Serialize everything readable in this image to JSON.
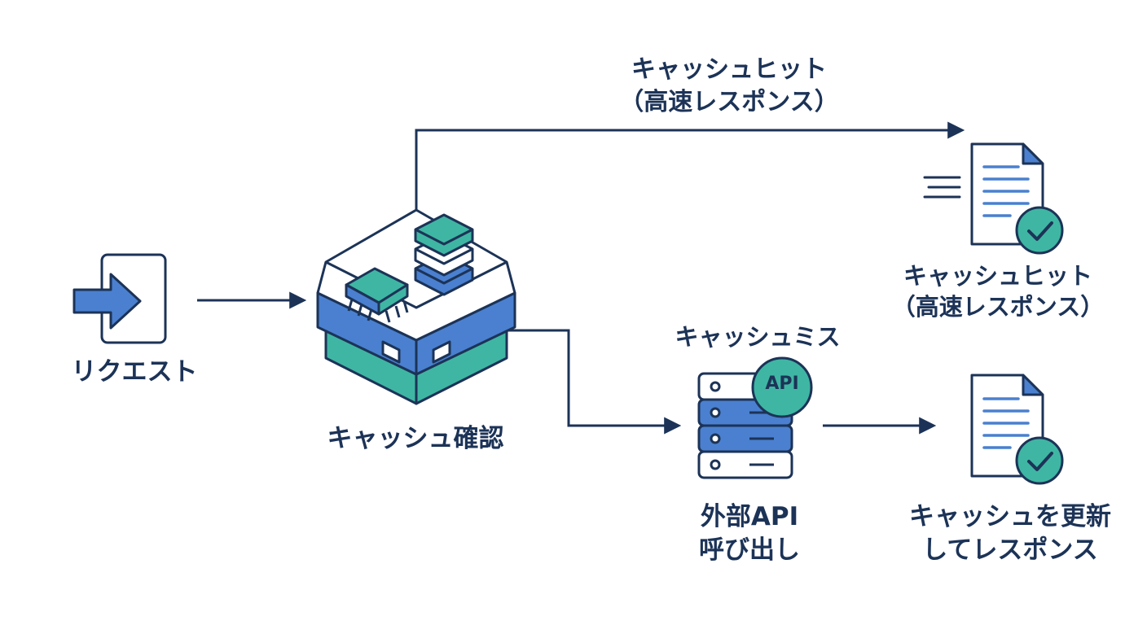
{
  "labels": {
    "request": "リクエスト",
    "cache_check": "キャッシュ確認",
    "cache_hit_top": [
      "キャッシュヒット",
      "（高速レスポンス）"
    ],
    "cache_hit_right": [
      "キャッシュヒット",
      "（高速レスポンス）"
    ],
    "cache_miss": "キャッシュミス",
    "external_api": [
      "外部API",
      "呼び出し"
    ],
    "update_response": [
      "キャッシュを更新",
      "してレスポンス"
    ],
    "api_badge": "API"
  },
  "colors": {
    "navy": "#1c3357",
    "blue": "#4a80cf",
    "teal": "#3fb6a3",
    "light_blue": "#a9c7ee"
  },
  "icons": [
    "login-icon",
    "cache-box-icon",
    "database-stack-icon",
    "chip-icon",
    "fast-document-check-icon",
    "server-api-icon",
    "document-check-icon"
  ]
}
